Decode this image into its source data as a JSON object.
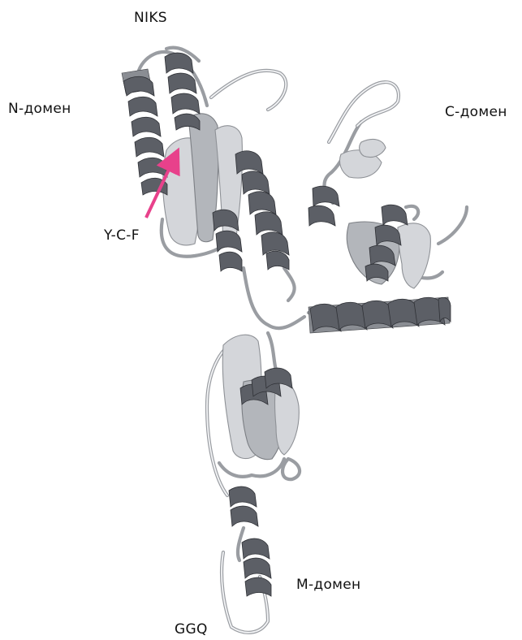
{
  "labels": {
    "niks": "NIKS",
    "n_domain": "N-домен",
    "c_domain": "C-домен",
    "ycf": "Y-C-F",
    "m_domain": "M-домен",
    "ggq": "GGQ"
  },
  "colors": {
    "helix": "#5c5f66",
    "sheet": "#d4d6da",
    "coil": "#9a9da2",
    "arrow": "#e8418b"
  }
}
